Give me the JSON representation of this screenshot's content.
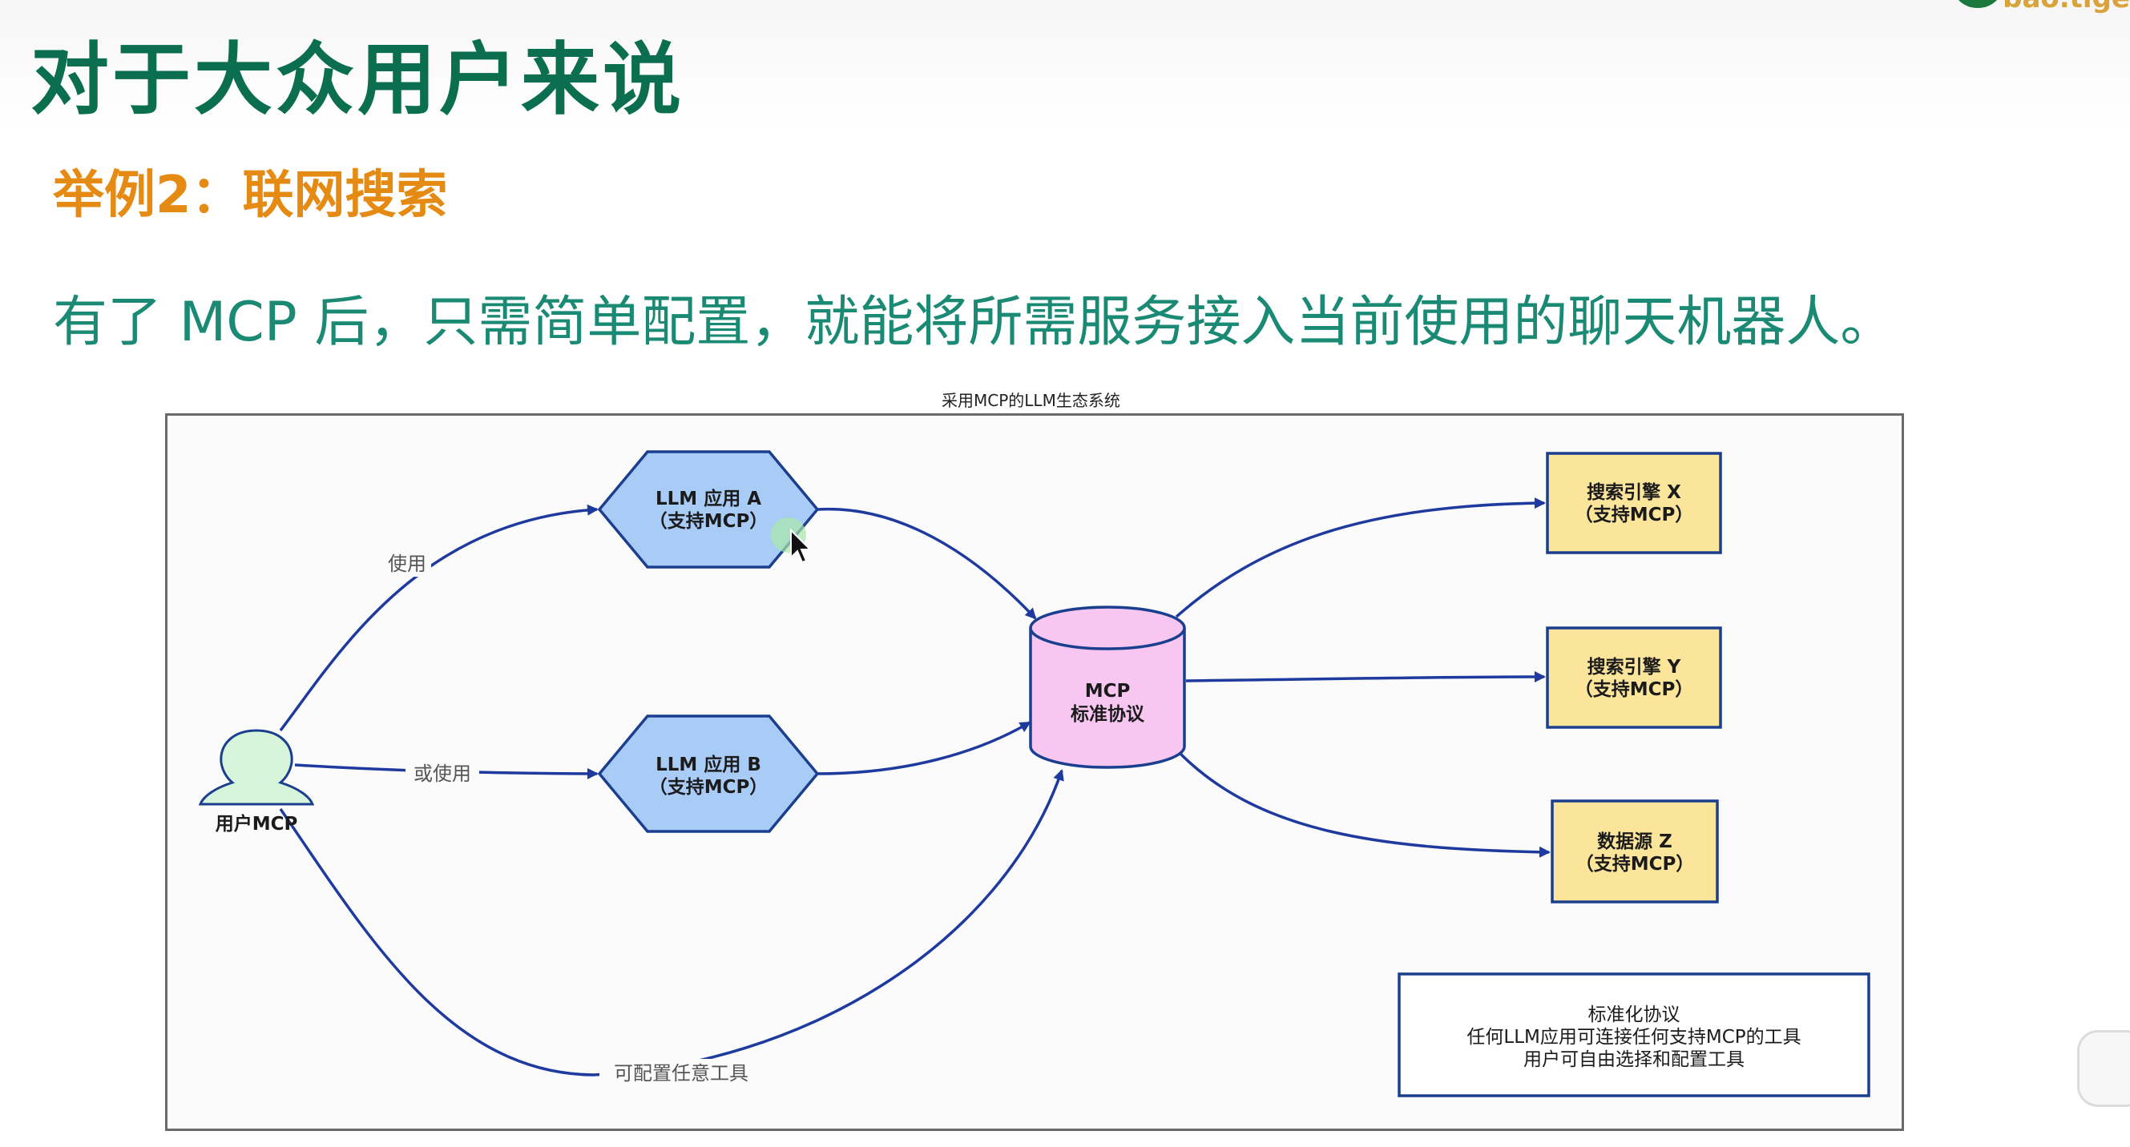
{
  "slide": {
    "title": "对于大众用户来说",
    "subtitle": "举例2：联网搜索",
    "lead": "有了 MCP 后，只需简单配置，就能将所需服务接入当前使用的聊天机器人。",
    "logo_text": "bao.tige",
    "accent_color": "#0b6e4f",
    "subtitle_color": "#e58b14",
    "lead_color": "#1a8a74"
  },
  "diagram": {
    "title": "采用MCP的LLM生态系统",
    "user": {
      "label": "用户MCP",
      "fill": "#d6f5da"
    },
    "app_a": {
      "line1": "LLM 应用 A",
      "line2": "（支持MCP）",
      "fill": "#a9ccf7"
    },
    "app_b": {
      "line1": "LLM 应用 B",
      "line2": "（支持MCP）",
      "fill": "#a9ccf7"
    },
    "mcp": {
      "line1": "MCP",
      "line2": "标准协议",
      "fill": "#f7c7f2"
    },
    "engine_x": {
      "line1": "搜索引擎 X",
      "line2": "（支持MCP）",
      "fill": "#fbe59b"
    },
    "engine_y": {
      "line1": "搜索引擎 Y",
      "line2": "（支持MCP）",
      "fill": "#fbe59b"
    },
    "source_z": {
      "line1": "数据源 Z",
      "line2": "（支持MCP）",
      "fill": "#fbe59b"
    },
    "edges": {
      "use": "使用",
      "or_use": "或使用",
      "configure": "可配置任意工具"
    },
    "legend": {
      "line1": "标准化协议",
      "line2": "任何LLM应用可连接任何支持MCP的工具",
      "line3": "用户可自由选择和配置工具"
    },
    "edge_color": "#1f3a9e"
  }
}
